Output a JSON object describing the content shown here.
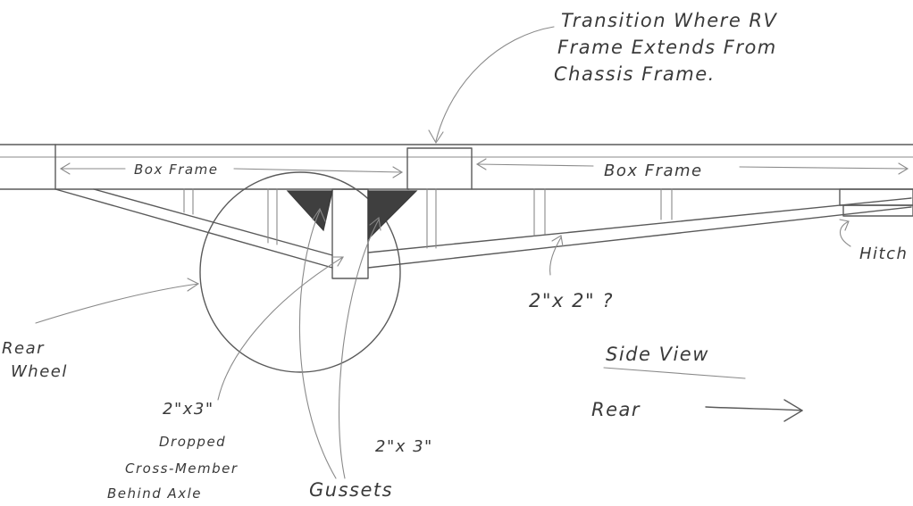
{
  "labels": {
    "transition_line1": "Transition Where RV",
    "transition_line2": "Frame Extends From",
    "transition_line3": "Chassis Frame.",
    "box_frame_left": "Box Frame",
    "box_frame_right": "Box Frame",
    "hitch": "Hitch",
    "two_by_two": "2\"x 2\" ?",
    "rear_wheel_line1": "Rear",
    "rear_wheel_line2": "Wheel",
    "two_by_three_a": "2\"x3\"",
    "dropped_line1": "Dropped",
    "dropped_line2": "Cross-Member",
    "dropped_line3": "Behind Axle",
    "gussets": "Gussets",
    "two_by_three_b": "2\"x 3\"",
    "side_view": "Side View",
    "rear": "Rear"
  }
}
